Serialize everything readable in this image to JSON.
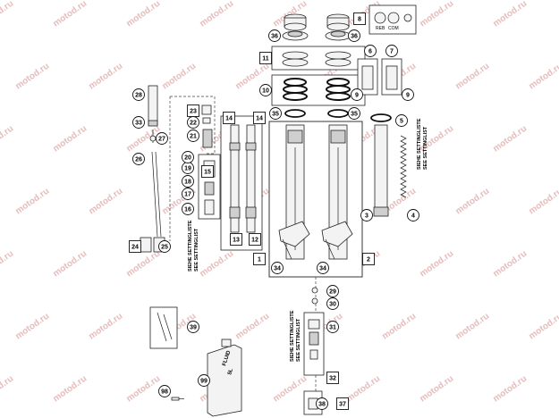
{
  "watermark": "motod.ru",
  "callouts": [
    {
      "num": "1",
      "shape": "square"
    },
    {
      "num": "2",
      "shape": "square"
    },
    {
      "num": "3",
      "shape": "circle"
    },
    {
      "num": "4",
      "shape": "circle"
    },
    {
      "num": "5",
      "shape": "circle"
    },
    {
      "num": "6",
      "shape": "circle"
    },
    {
      "num": "7",
      "shape": "circle"
    },
    {
      "num": "8",
      "shape": "square"
    },
    {
      "num": "9",
      "shape": "circle"
    },
    {
      "num": "9",
      "shape": "circle"
    },
    {
      "num": "10",
      "shape": "circle"
    },
    {
      "num": "11",
      "shape": "square"
    },
    {
      "num": "12",
      "shape": "square"
    },
    {
      "num": "13",
      "shape": "square"
    },
    {
      "num": "14",
      "shape": "square"
    },
    {
      "num": "14",
      "shape": "square"
    },
    {
      "num": "15",
      "shape": "square"
    },
    {
      "num": "16",
      "shape": "circle"
    },
    {
      "num": "17",
      "shape": "circle"
    },
    {
      "num": "18",
      "shape": "circle"
    },
    {
      "num": "19",
      "shape": "circle"
    },
    {
      "num": "20",
      "shape": "circle"
    },
    {
      "num": "21",
      "shape": "circle"
    },
    {
      "num": "22",
      "shape": "circle"
    },
    {
      "num": "23",
      "shape": "square"
    },
    {
      "num": "24",
      "shape": "square"
    },
    {
      "num": "25",
      "shape": "circle"
    },
    {
      "num": "26",
      "shape": "circle"
    },
    {
      "num": "27",
      "shape": "circle"
    },
    {
      "num": "28",
      "shape": "circle"
    },
    {
      "num": "29",
      "shape": "circle"
    },
    {
      "num": "30",
      "shape": "circle"
    },
    {
      "num": "31",
      "shape": "circle"
    },
    {
      "num": "32",
      "shape": "square"
    },
    {
      "num": "33",
      "shape": "circle"
    },
    {
      "num": "34",
      "shape": "circle"
    },
    {
      "num": "34",
      "shape": "circle"
    },
    {
      "num": "35",
      "shape": "circle"
    },
    {
      "num": "35",
      "shape": "circle"
    },
    {
      "num": "36",
      "shape": "circle"
    },
    {
      "num": "36",
      "shape": "circle"
    },
    {
      "num": "37",
      "shape": "square"
    },
    {
      "num": "38",
      "shape": "circle"
    },
    {
      "num": "39",
      "shape": "circle"
    },
    {
      "num": "98",
      "shape": "circle"
    },
    {
      "num": "99",
      "shape": "circle"
    }
  ],
  "notes": {
    "setting_list_left_de": "SIEHE SETTINGLISTE",
    "setting_list_left_en": "SEE SETTINGLIST",
    "setting_list_right_de": "SIEHE SETTINGLISTE",
    "setting_list_right_en": "SEE SETTINGLIST",
    "setting_list_bottom_de": "SIEHE SETTINGLISTE",
    "setting_list_bottom_en": "SEE SETTINGLIST"
  },
  "knob_labels": {
    "reb": "REB",
    "com": "COM"
  },
  "fluid_can": {
    "line1": "FLUID",
    "line2": "5L"
  }
}
